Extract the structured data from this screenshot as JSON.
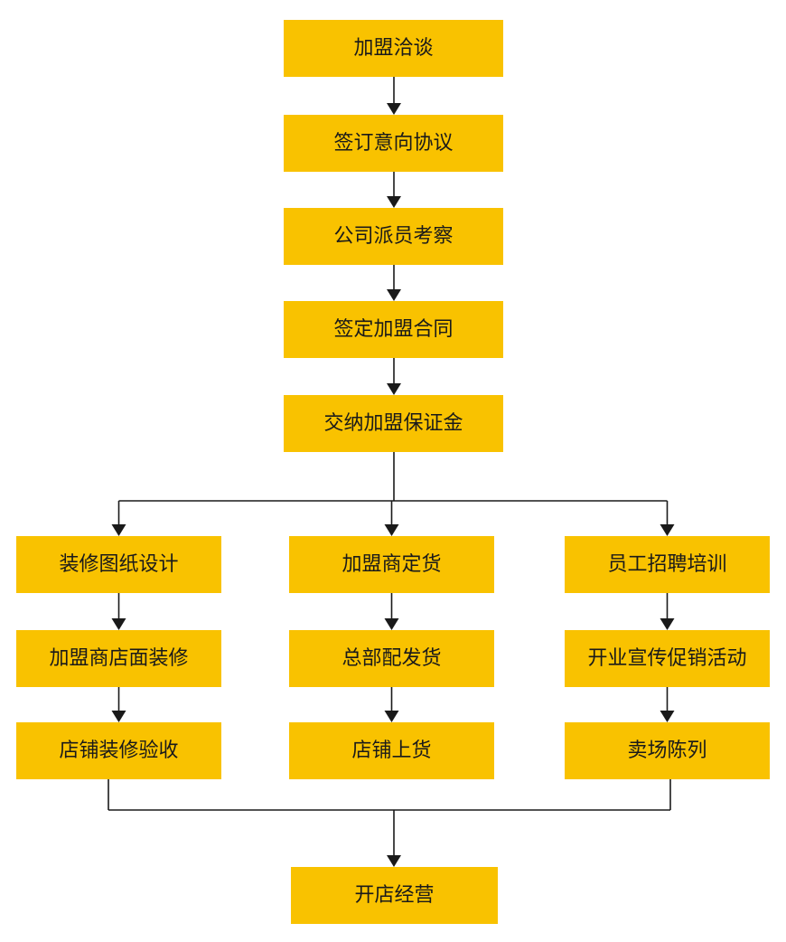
{
  "colors": {
    "node_fill": "#f9c200",
    "text": "#1a1a1a",
    "line": "#1a1a1a",
    "background": "#ffffff"
  },
  "diagram": {
    "nodes": [
      {
        "id": "franchise-talks",
        "label": "加盟洽谈"
      },
      {
        "id": "sign-intent",
        "label": "签订意向协议"
      },
      {
        "id": "company-inspect",
        "label": "公司派员考察"
      },
      {
        "id": "sign-contract",
        "label": "签定加盟合同"
      },
      {
        "id": "pay-deposit",
        "label": "交纳加盟保证金"
      },
      {
        "id": "decor-design",
        "label": "装修图纸设计"
      },
      {
        "id": "store-decor",
        "label": "加盟商店面装修"
      },
      {
        "id": "decor-accept",
        "label": "店铺装修验收"
      },
      {
        "id": "franchisee-order",
        "label": "加盟商定货"
      },
      {
        "id": "hq-ship",
        "label": "总部配发货"
      },
      {
        "id": "store-stock",
        "label": "店铺上货"
      },
      {
        "id": "staff-recruit",
        "label": "员工招聘培训"
      },
      {
        "id": "opening-promo",
        "label": "开业宣传促销活动"
      },
      {
        "id": "store-display",
        "label": "卖场陈列"
      },
      {
        "id": "open-store",
        "label": "开店经营"
      }
    ]
  }
}
